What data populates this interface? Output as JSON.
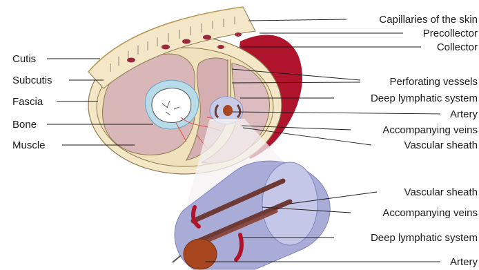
{
  "left_labels": [
    {
      "id": "cutis",
      "text": "Cutis"
    },
    {
      "id": "subcutis",
      "text": "Subcutis"
    },
    {
      "id": "fascia",
      "text": "Fascia"
    },
    {
      "id": "bone",
      "text": "Bone"
    },
    {
      "id": "muscle",
      "text": "Muscle"
    }
  ],
  "right_labels_top": [
    {
      "id": "capillaries",
      "text": "Capillaries of the skin"
    },
    {
      "id": "precollector",
      "text": "Precollector"
    },
    {
      "id": "collector",
      "text": "Collector"
    },
    {
      "id": "perforating",
      "text": "Perforating vessels"
    },
    {
      "id": "deep-lymphatic",
      "text": "Deep lymphatic system"
    },
    {
      "id": "artery",
      "text": "Artery"
    },
    {
      "id": "accompanying-veins",
      "text": "Accompanying veins"
    },
    {
      "id": "vascular-sheath",
      "text": "Vascular sheath"
    }
  ],
  "right_labels_bottom": [
    {
      "id": "vascular-sheath-2",
      "text": "Vascular sheath"
    },
    {
      "id": "accompanying-veins-2",
      "text": "Accompanying veins"
    },
    {
      "id": "deep-lymphatic-2",
      "text": "Deep lymphatic system"
    },
    {
      "id": "artery-2",
      "text": "Artery"
    }
  ],
  "colors": {
    "skin": "#f3e7c8",
    "muscle": "#d9b6b8",
    "collector": "#b0132c",
    "bone_halo": "#b8dbea",
    "sheath": "#a9acd6",
    "artery": "#a8471f",
    "vein": "#6e3a36"
  }
}
